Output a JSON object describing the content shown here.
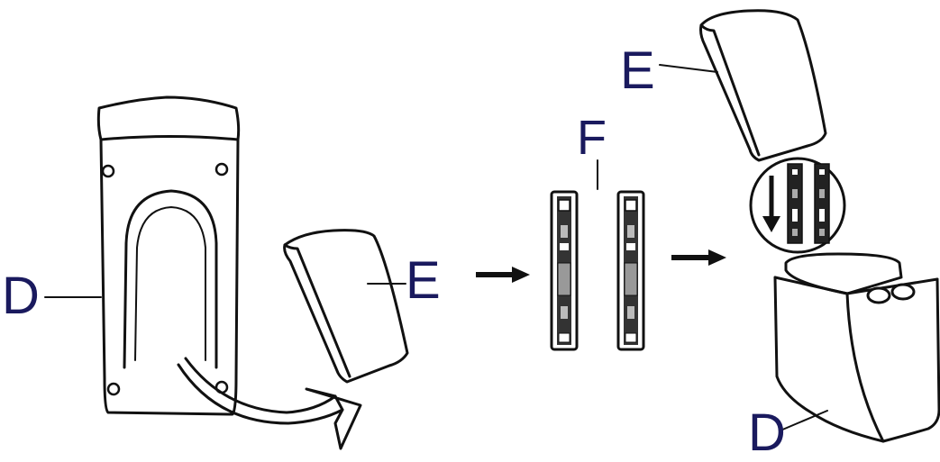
{
  "labels": {
    "d_left": "D",
    "e_left": "E",
    "f_center": "F",
    "e_right": "E",
    "d_right": "D"
  },
  "colors": {
    "label_blue": "#1a1a5e",
    "label_orange": "#e07b1a",
    "line": "#111111"
  }
}
